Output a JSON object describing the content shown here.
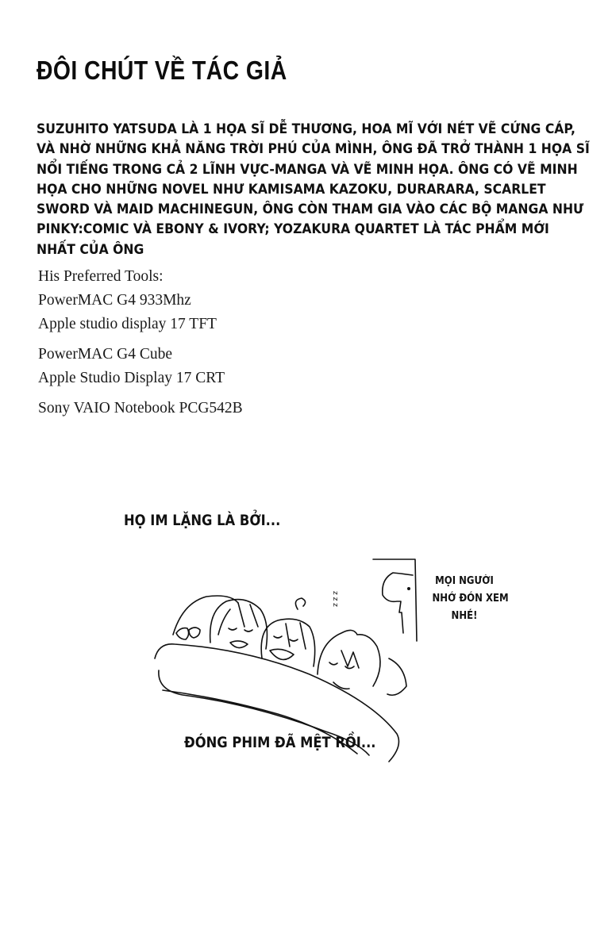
{
  "heading": "ĐÔI CHÚT VỀ TÁC GIẢ",
  "bio_lines": [
    "SUZUHITO YATSUDA LÀ 1 HỌA SĨ DỄ THƯƠNG, HOA MĨ VỚI NÉT VẼ CỨNG CÁP,",
    "VÀ NHỜ NHỮNG KHẢ NĂNG TRỜI PHÚ CỦA MÌNH, ÔNG ĐÃ TRỞ THÀNH 1 HỌA SĨ",
    "NỔI TIẾNG TRONG CẢ 2 LĨNH VỰC-MANGA VÀ VẼ MINH HỌA. ÔNG CÓ VẼ MINH",
    "HỌA CHO NHỮNG NOVEL NHƯ KAMISAMA KAZOKU, DURARARA, SCARLET",
    "SWORD VÀ MAID MACHINEGUN, ÔNG CÒN THAM GIA VÀO CÁC BỘ MANGA NHƯ",
    "PINKY:COMIC VÀ EBONY & IVORY; YOZAKURA QUARTET LÀ TÁC PHẨM MỚI",
    "NHẤT CỦA ÔNG"
  ],
  "tools": {
    "label": "His Preferred Tools:",
    "groups": [
      [
        "PowerMAC G4 933Mhz",
        "Apple studio display 17 TFT"
      ],
      [
        "PowerMAC G4 Cube",
        "Apple Studio Display 17 CRT"
      ],
      [
        "Sony VAIO Notebook PCG542B"
      ]
    ]
  },
  "comic": {
    "caption_top": "HỌ IM LẶNG LÀ BỞI...",
    "speech_bubble": [
      "MỌI NGƯỜI",
      "NHỚ ĐÓN XEM",
      "NHÉ!"
    ],
    "caption_bottom": "ĐÓNG PHIM ĐÃ MỆT RỒI...",
    "sleep_sound": "z z z"
  }
}
